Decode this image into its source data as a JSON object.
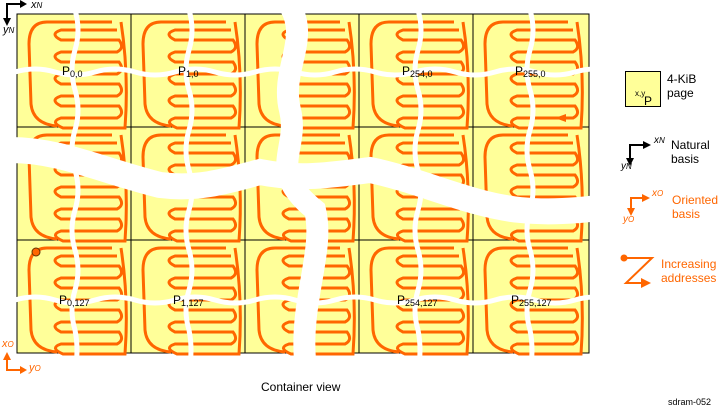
{
  "diagram": {
    "title_caption": "Container view",
    "figure_id": "sdram-052",
    "grid": {
      "columns": 5,
      "rows": 3,
      "cell_fill": "#ffff99",
      "line_color": "#000000",
      "curve_color": "#ff6600"
    },
    "page_labels": [
      {
        "p": "P",
        "sub": "0,0"
      },
      {
        "p": "P",
        "sub": "1,0"
      },
      {
        "p": "P",
        "sub": "254,0"
      },
      {
        "p": "P",
        "sub": "255,0"
      },
      {
        "p": "P",
        "sub": "0,127"
      },
      {
        "p": "P",
        "sub": "1,127"
      },
      {
        "p": "P",
        "sub": "254,127"
      },
      {
        "p": "P",
        "sub": "255,127"
      }
    ],
    "axes_top_left": {
      "x_label": "x",
      "x_sub": "N",
      "y_label": "y",
      "y_sub": "N"
    },
    "axes_bottom_left": {
      "x_label": "x",
      "x_sub": "O",
      "y_label": "y",
      "y_sub": "O"
    }
  },
  "legend": {
    "page": {
      "box_label": "P",
      "box_sub": "x,y",
      "text_line1": "4-KiB",
      "text_line2": "page"
    },
    "natural": {
      "x": "x",
      "x_sub": "N",
      "y": "y",
      "y_sub": "N",
      "text_line1": "Natural",
      "text_line2": "basis"
    },
    "oriented": {
      "x": "x",
      "x_sub": "O",
      "y": "y",
      "y_sub": "O",
      "text_line1": "Oriented",
      "text_line2": "basis"
    },
    "increasing": {
      "text_line1": "Increasing",
      "text_line2": "addresses"
    }
  },
  "colors": {
    "orange": "#ff6600",
    "page_fill": "#ffff99",
    "black": "#000000"
  }
}
